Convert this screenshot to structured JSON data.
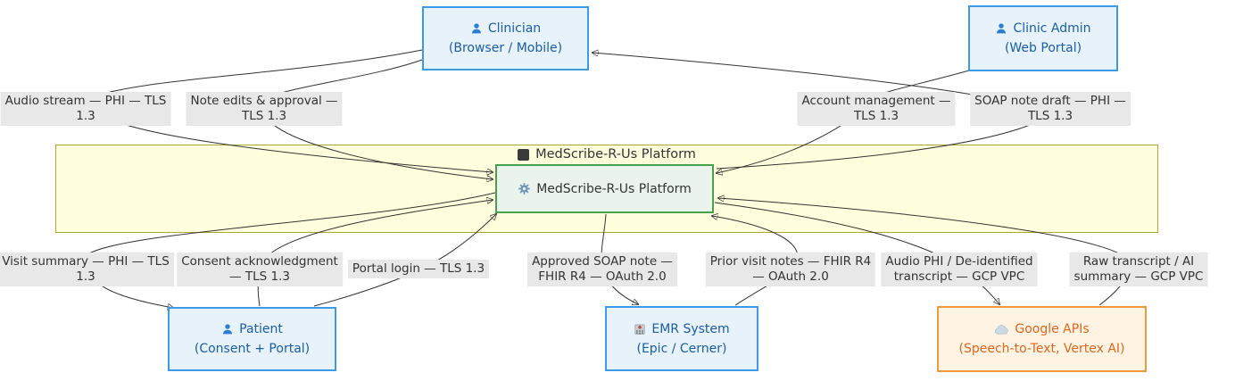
{
  "diagram": {
    "cluster": {
      "title": "MedScribe-R-Us Platform"
    },
    "nodes": {
      "clinician": {
        "title": "Clinician",
        "subtitle": "(Browser / Mobile)"
      },
      "clinic_admin": {
        "title": "Clinic Admin",
        "subtitle": "(Web Portal)"
      },
      "platform": {
        "title": "MedScribe-R-Us Platform"
      },
      "patient": {
        "title": "Patient",
        "subtitle": "(Consent + Portal)"
      },
      "emr": {
        "title": "EMR System",
        "subtitle": "(Epic / Cerner)"
      },
      "google": {
        "title": "Google APIs",
        "subtitle": "(Speech-to-Text, Vertex AI)"
      }
    },
    "edge_labels": {
      "audio_stream": {
        "line1": "Audio stream — PHI — TLS",
        "line2": "1.3"
      },
      "note_edits": {
        "line1": "Note edits & approval —",
        "line2": "TLS 1.3"
      },
      "account_mgmt": {
        "line1": "Account management —",
        "line2": "TLS 1.3"
      },
      "soap_draft": {
        "line1": "SOAP note draft — PHI —",
        "line2": "TLS 1.3"
      },
      "visit_summary": {
        "line1": "Visit summary — PHI — TLS",
        "line2": "1.3"
      },
      "consent_ack": {
        "line1": "Consent acknowledgment",
        "line2": "— TLS 1.3"
      },
      "portal_login": {
        "line1": "Portal login — TLS 1.3"
      },
      "approved_soap": {
        "line1": "Approved SOAP note —",
        "line2": "FHIR R4 — OAuth 2.0"
      },
      "prior_notes": {
        "line1": "Prior visit notes — FHIR R4",
        "line2": "— OAuth 2.0"
      },
      "audio_phi": {
        "line1": "Audio PHI / De-identified",
        "line2": "transcript — GCP VPC"
      },
      "raw_transcript": {
        "line1": "Raw transcript / AI",
        "line2": "summary — GCP VPC"
      }
    },
    "colors": {
      "actor_fill": "#e7f2fb",
      "actor_border": "#3c9be8",
      "actor_text": "#1a5ea8",
      "platform_fill": "#eaf4ec",
      "platform_border": "#44a14c",
      "platform_text": "#333333",
      "google_fill": "#fff3e3",
      "google_border": "#f09a3a",
      "google_text": "#e2661c",
      "cluster_fill": "#ffffde",
      "cluster_border": "#aaaa33",
      "edge_label_bg": "#e8e8e8",
      "edge_line": "#333333"
    }
  }
}
